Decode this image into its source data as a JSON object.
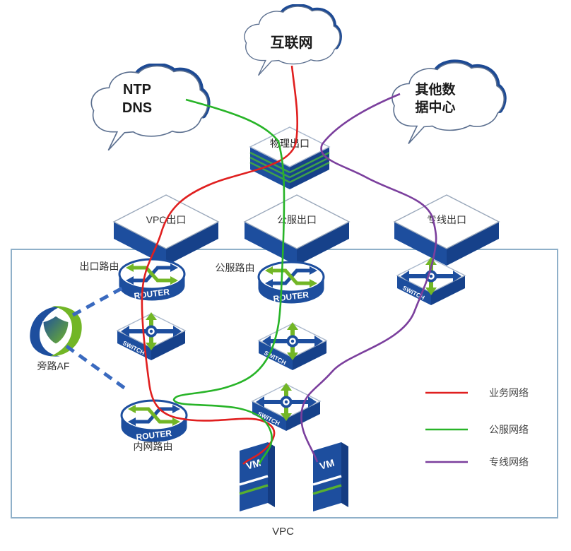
{
  "vpc": {
    "label": "VPC"
  },
  "clouds": {
    "internet": {
      "label": "互联网"
    },
    "ntp_dns": {
      "label": "NTP DNS"
    },
    "other_datacenter": {
      "label": "其他数据中心"
    }
  },
  "nodes": {
    "physical_exit": {
      "label": "物理出口"
    },
    "vpc_exit": {
      "label": "VPC出口"
    },
    "public_service_exit": {
      "label": "公服出口"
    },
    "dedicated_line_exit": {
      "label": "专线出口"
    },
    "exit_router": {
      "label": "出口路由"
    },
    "public_service_router": {
      "label": "公服路由"
    },
    "intranet_router": {
      "label": "内网路由"
    },
    "bypass_af": {
      "label": "旁路AF"
    }
  },
  "device_text": {
    "router": "ROUTER",
    "switch": "SWITCH",
    "vm": "VM"
  },
  "legend": {
    "items": [
      {
        "label": "业务网络",
        "color": "#e01f1f"
      },
      {
        "label": "公服网络",
        "color": "#28b428"
      },
      {
        "label": "专线网络",
        "color": "#7b3f9d"
      }
    ]
  },
  "colors": {
    "business_line": "#e01f1f",
    "public_line": "#28b428",
    "dedicated_line": "#7b3f9d",
    "bypass_dashed": "#3a6abf",
    "device_navy": "#1d4e9e",
    "device_green": "#72b626",
    "vpc_border": "#8fb0c9"
  }
}
